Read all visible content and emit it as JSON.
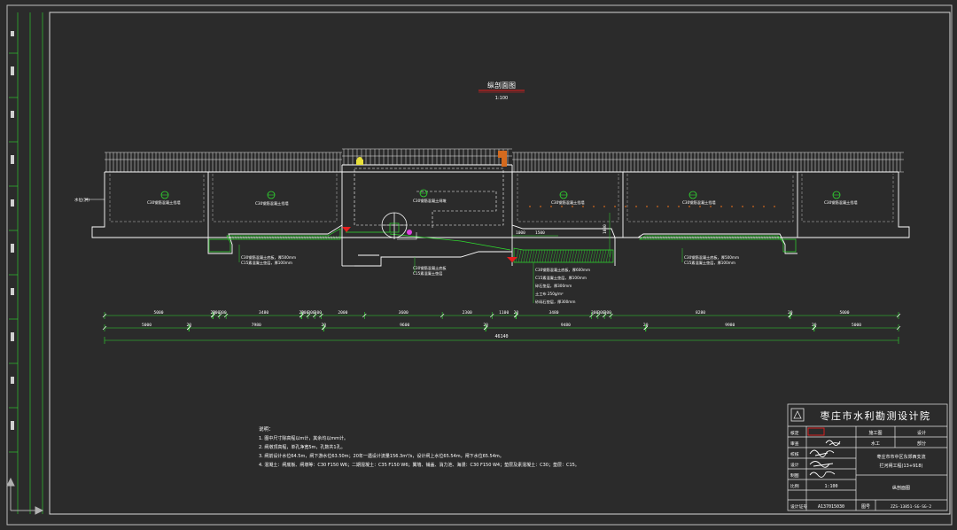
{
  "drawing": {
    "title": "纵剖面图",
    "scale": "1:100",
    "left_water_label": "水位(洪)"
  },
  "section_labels": {
    "left_bed": "C30钢筋混凝土底板",
    "mid_gate": "C30钢筋混凝土闸墩",
    "right_bed": "C30钢筋混凝土底板",
    "far_right_bed": "C30钢筋混凝土底板",
    "wall_1": "C30钢筋混凝土挡墙",
    "wall_2": "C30钢筋混凝土挡墙",
    "wall_3": "C30钢筋混凝土挡墙",
    "wall_4": "C30钢筋混凝土挡墙",
    "wall_5": "C30钢筋混凝土挡墙"
  },
  "layer_notes": {
    "left": [
      "C30钢筋混凝土底板，厚500mm",
      "C15素混凝土垫层，厚100mm"
    ],
    "mid": [
      "C30钢筋混凝土底板",
      "C15素混凝土垫层"
    ],
    "right": [
      "C30钢筋混凝土底板，厚600mm",
      "C15素混凝土垫层，厚100mm",
      "碎石垫层，厚300mm",
      "土工布 250g/m²",
      "砂砾石垫层，厚300mm"
    ],
    "far_right": [
      "C30钢筋混凝土底板，厚500mm",
      "C15素混凝土垫层，厚100mm"
    ]
  },
  "right_dims": {
    "a": "1000",
    "b": "1500",
    "c": "1000"
  },
  "dimensions_top": [
    "5000",
    "20",
    "300",
    "300",
    "3480",
    "20",
    "300",
    "300",
    "300",
    "2000",
    "3600",
    "2300",
    "1100",
    "20",
    "3480",
    "300",
    "300",
    "300",
    "8280",
    "20",
    "5000"
  ],
  "dimensions_mid": [
    "5000",
    "20",
    "7980",
    "20",
    "9600",
    "20",
    "9480",
    "20",
    "9980",
    "20",
    "5000"
  ],
  "dimension_total": "46140",
  "notes": {
    "heading": "说明：",
    "items": [
      "1. 图中尺寸除高程以m计，其余均以mm计。",
      "2. 闸墩顶高程，单孔净宽5m，孔数共1孔。",
      "3. 闸前设计水位64.5m，闸下游水位63.50m；20年一遇设计流量156.3m³/s，设计闸上水位65.54m，闸下水位65.54m。",
      "4. 混凝土：闸底板、闸墩等：C30 F150 W6；二期混凝土：C35 F150 W6；翼墙、铺盖、消力池、海漫：C30 F150 W4；垫层及素混凝土：C30；垫层：C15。"
    ]
  },
  "title_block": {
    "institute": "枣庄市水利勘测设计院",
    "row_labels": [
      "核定",
      "审查",
      "校核",
      "设计",
      "制图",
      "比例",
      "设计证号"
    ],
    "scale_value": "1:100",
    "cert_no": "A137015030",
    "stage_label": "施工图",
    "stage_col2": "设计",
    "discipline": "水工",
    "part": "部分",
    "project": [
      "枣庄市市中区东郊西支流",
      "拦河闸工程(13+918)"
    ],
    "sheet_title": "纵剖面图",
    "sheet_no_label": "图号",
    "sheet_no": "ZZS-13851-SG-SG-2"
  },
  "colors": {
    "background": "#2b2b2b",
    "frame": "#cfcfcf",
    "line": "#ffffff",
    "green": "#2fdc2f",
    "red": "#e81e1e",
    "magenta": "#e040e0",
    "yellow": "#e8e03a",
    "orange": "#d46a1e"
  }
}
